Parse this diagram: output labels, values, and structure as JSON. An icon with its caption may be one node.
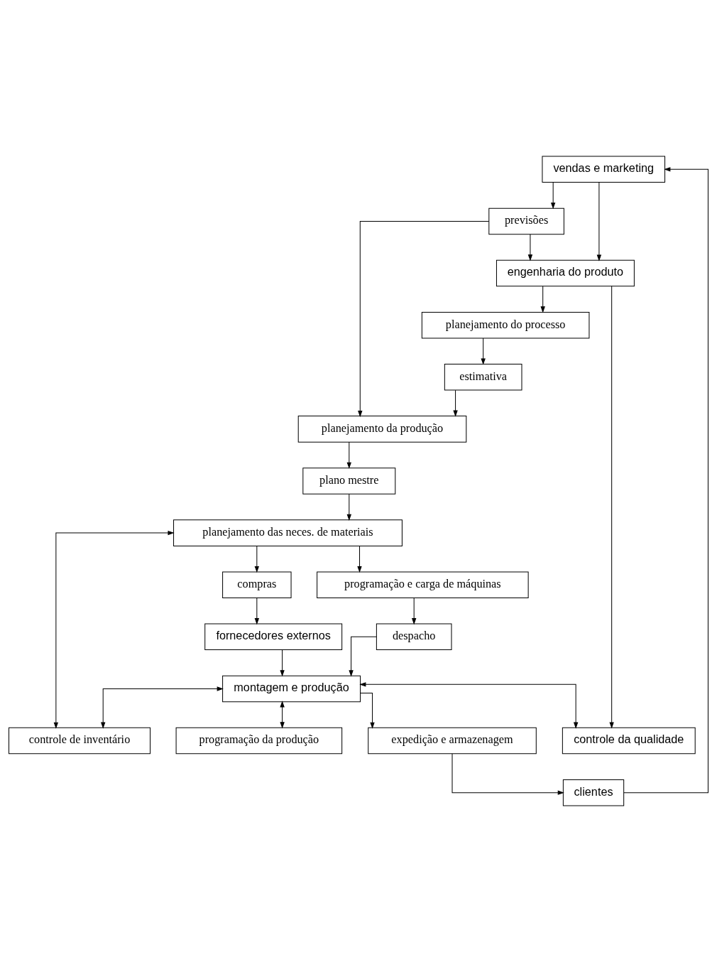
{
  "diagram": {
    "nodes": [
      {
        "text": [
          "vendas e marketing"
        ]
      },
      {
        "text": [
          "previsões"
        ]
      },
      {
        "text": [
          "planejamento da produção"
        ]
      },
      {
        "text": [
          "engenharia do produto"
        ]
      },
      {
        "text": [
          "plano mestre"
        ]
      },
      {
        "text": [
          "planejamento do processo"
        ]
      },
      {
        "text": [
          "planejamento das neces. de materiais"
        ]
      },
      {
        "text": [
          "estimativa"
        ]
      },
      {
        "text": [
          "compras"
        ]
      },
      {
        "text": [
          "programação e carga de máquinas"
        ]
      },
      {
        "text": [
          "clientes"
        ]
      },
      {
        "text": [
          "controle de inventário"
        ]
      },
      {
        "text": [
          "despacho"
        ]
      },
      {
        "text": [
          "fornecedores externos"
        ]
      },
      {
        "text": [
          "montagem e produção"
        ]
      },
      {
        "text": [
          "expedição e armazenagem"
        ]
      },
      {
        "text": [
          "programação da produção"
        ]
      },
      {
        "text": [
          "controle da qualidade"
        ]
      }
    ],
    "edges": [
      {
        "from": 0,
        "to": 1,
        "arrow": "to"
      },
      {
        "from": 0,
        "to": 3,
        "arrow": "to"
      },
      {
        "from": 1,
        "to": 2,
        "arrow": "to"
      },
      {
        "from": 1,
        "to": 3,
        "arrow": "to"
      },
      {
        "from": 2,
        "to": 4,
        "arrow": "to"
      },
      {
        "from": 3,
        "to": 5,
        "arrow": "to"
      },
      {
        "from": 3,
        "to": 17,
        "arrow": "to"
      },
      {
        "from": 4,
        "to": 6,
        "arrow": "to"
      },
      {
        "from": 5,
        "to": 7,
        "arrow": "to"
      },
      {
        "from": 7,
        "to": 2,
        "arrow": "to"
      },
      {
        "from": 6,
        "to": 8,
        "arrow": "to"
      },
      {
        "from": 6,
        "to": 9,
        "arrow": "to"
      },
      {
        "from": 11,
        "to": 6,
        "arrow": "both"
      },
      {
        "from": 9,
        "to": 12,
        "arrow": "to"
      },
      {
        "from": 12,
        "to": 14,
        "arrow": "to"
      },
      {
        "from": 8,
        "to": 13,
        "arrow": "to"
      },
      {
        "from": 13,
        "to": 14,
        "arrow": "to"
      },
      {
        "from": 14,
        "to": 11,
        "arrow": "both"
      },
      {
        "from": 14,
        "to": 15,
        "arrow": "to"
      },
      {
        "from": 15,
        "to": 10,
        "arrow": "to"
      },
      {
        "from": 10,
        "to": 0,
        "arrow": "to"
      },
      {
        "from": 14,
        "to": 16,
        "arrow": "both"
      },
      {
        "from": 14,
        "to": 17,
        "arrow": "both"
      }
    ]
  }
}
